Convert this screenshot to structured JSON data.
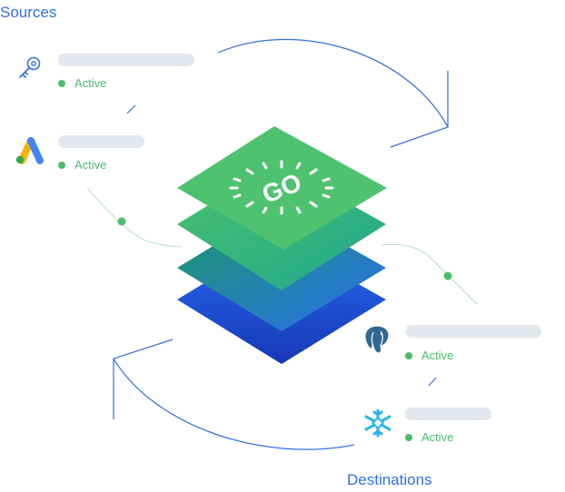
{
  "sources": {
    "heading": "Sources",
    "items": [
      {
        "icon": "key-icon",
        "status": "Active"
      },
      {
        "icon": "google-ads-icon",
        "status": "Active"
      }
    ]
  },
  "destinations": {
    "heading": "Destinations",
    "items": [
      {
        "icon": "postgresql-icon",
        "status": "Active"
      },
      {
        "icon": "snowflake-icon",
        "status": "Active"
      }
    ]
  },
  "logo": {
    "text": "GO"
  },
  "colors": {
    "accent": "#2f6fe0",
    "active": "#4cbb6a",
    "placeholder_bar": "#e3e7ee",
    "layer_top": "#4fc270",
    "layer_bottom": "#1a47c8"
  }
}
